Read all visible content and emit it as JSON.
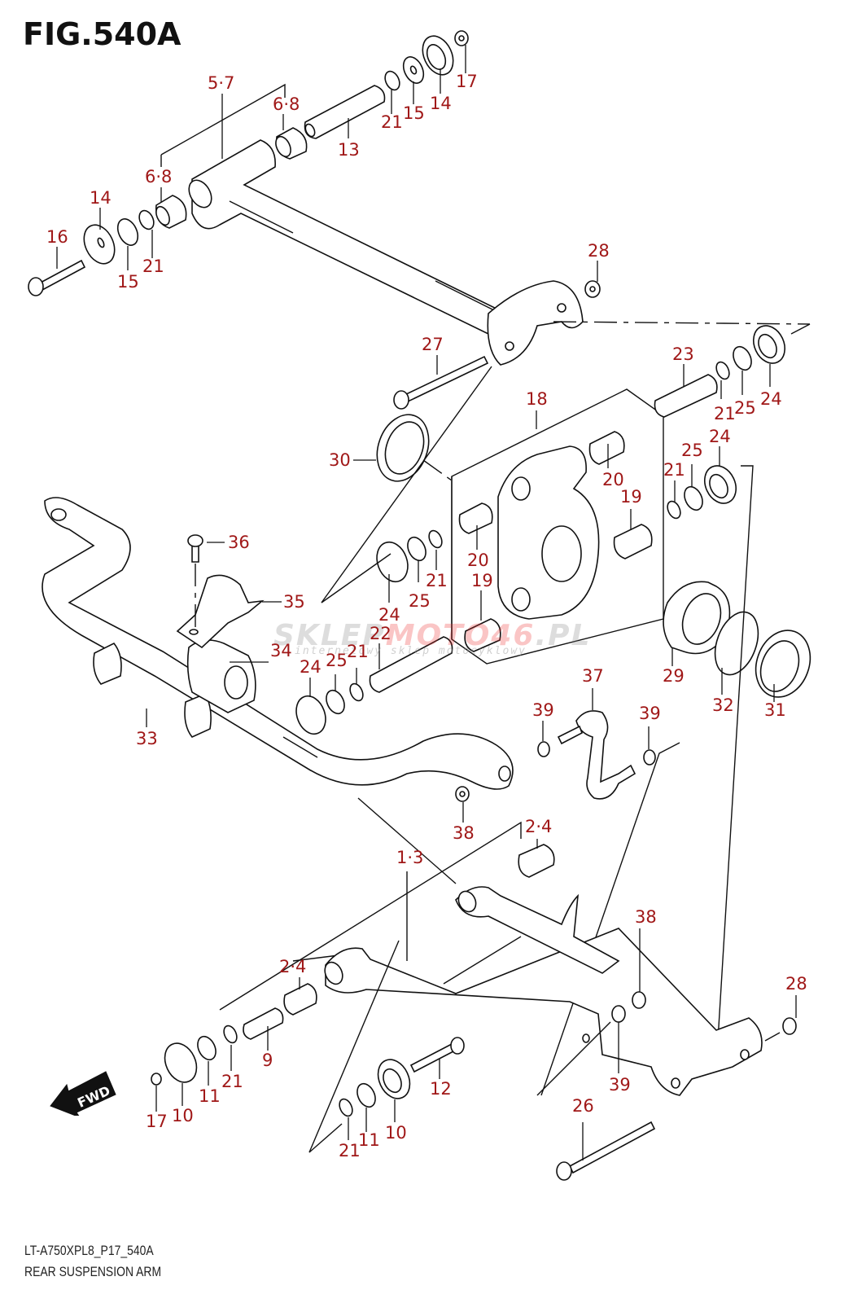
{
  "figure": {
    "title": "FIG.540A",
    "code": "LT-A750XPL8_P17_540A",
    "name": "REAR SUSPENSION ARM"
  },
  "colors": {
    "callout": "#a01818",
    "line": "#111111",
    "watermark_gray": "#888888",
    "watermark_red": "#e33333"
  },
  "watermark": {
    "part_a": "SKLEP",
    "part_b": "MOTO46",
    "part_c": ".PL",
    "subtitle": "internetowy sklep motocyklowy"
  },
  "fwd_badge": {
    "label": "FWD",
    "icon": "forward-arrow-icon"
  },
  "callouts": [
    {
      "id": "c1",
      "label": "5·7"
    },
    {
      "id": "c2",
      "label": "6·8"
    },
    {
      "id": "c3",
      "label": "6·8"
    },
    {
      "id": "c4",
      "label": "13"
    },
    {
      "id": "c5",
      "label": "21"
    },
    {
      "id": "c6",
      "label": "15"
    },
    {
      "id": "c7",
      "label": "14"
    },
    {
      "id": "c8",
      "label": "17"
    },
    {
      "id": "c9",
      "label": "14"
    },
    {
      "id": "c10",
      "label": "16"
    },
    {
      "id": "c11",
      "label": "15"
    },
    {
      "id": "c12",
      "label": "21"
    },
    {
      "id": "c13",
      "label": "28"
    },
    {
      "id": "c14",
      "label": "27"
    },
    {
      "id": "c15",
      "label": "23"
    },
    {
      "id": "c16",
      "label": "21"
    },
    {
      "id": "c17",
      "label": "25"
    },
    {
      "id": "c18",
      "label": "24"
    },
    {
      "id": "c19",
      "label": "18"
    },
    {
      "id": "c20",
      "label": "30"
    },
    {
      "id": "c21",
      "label": "20"
    },
    {
      "id": "c22",
      "label": "19"
    },
    {
      "id": "c23",
      "label": "21"
    },
    {
      "id": "c24",
      "label": "25"
    },
    {
      "id": "c25",
      "label": "24"
    },
    {
      "id": "c26",
      "label": "36"
    },
    {
      "id": "c27",
      "label": "20"
    },
    {
      "id": "c28",
      "label": "35"
    },
    {
      "id": "c29",
      "label": "24"
    },
    {
      "id": "c30",
      "label": "25"
    },
    {
      "id": "c31",
      "label": "21"
    },
    {
      "id": "c32",
      "label": "19"
    },
    {
      "id": "c33",
      "label": "22"
    },
    {
      "id": "c34",
      "label": "34"
    },
    {
      "id": "c35",
      "label": "21"
    },
    {
      "id": "c36",
      "label": "25"
    },
    {
      "id": "c37",
      "label": "24"
    },
    {
      "id": "c38",
      "label": "29"
    },
    {
      "id": "c39",
      "label": "32"
    },
    {
      "id": "c40",
      "label": "31"
    },
    {
      "id": "c41",
      "label": "33"
    },
    {
      "id": "c42",
      "label": "37"
    },
    {
      "id": "c43",
      "label": "39"
    },
    {
      "id": "c44",
      "label": "39"
    },
    {
      "id": "c45",
      "label": "38"
    },
    {
      "id": "c46",
      "label": "2·4"
    },
    {
      "id": "c47",
      "label": "1·3"
    },
    {
      "id": "c48",
      "label": "38"
    },
    {
      "id": "c49",
      "label": "2·4"
    },
    {
      "id": "c50",
      "label": "28"
    },
    {
      "id": "c51",
      "label": "9"
    },
    {
      "id": "c52",
      "label": "21"
    },
    {
      "id": "c53",
      "label": "11"
    },
    {
      "id": "c54",
      "label": "10"
    },
    {
      "id": "c55",
      "label": "17"
    },
    {
      "id": "c56",
      "label": "12"
    },
    {
      "id": "c57",
      "label": "39"
    },
    {
      "id": "c58",
      "label": "26"
    },
    {
      "id": "c59",
      "label": "21"
    },
    {
      "id": "c60",
      "label": "11"
    },
    {
      "id": "c61",
      "label": "10"
    }
  ]
}
